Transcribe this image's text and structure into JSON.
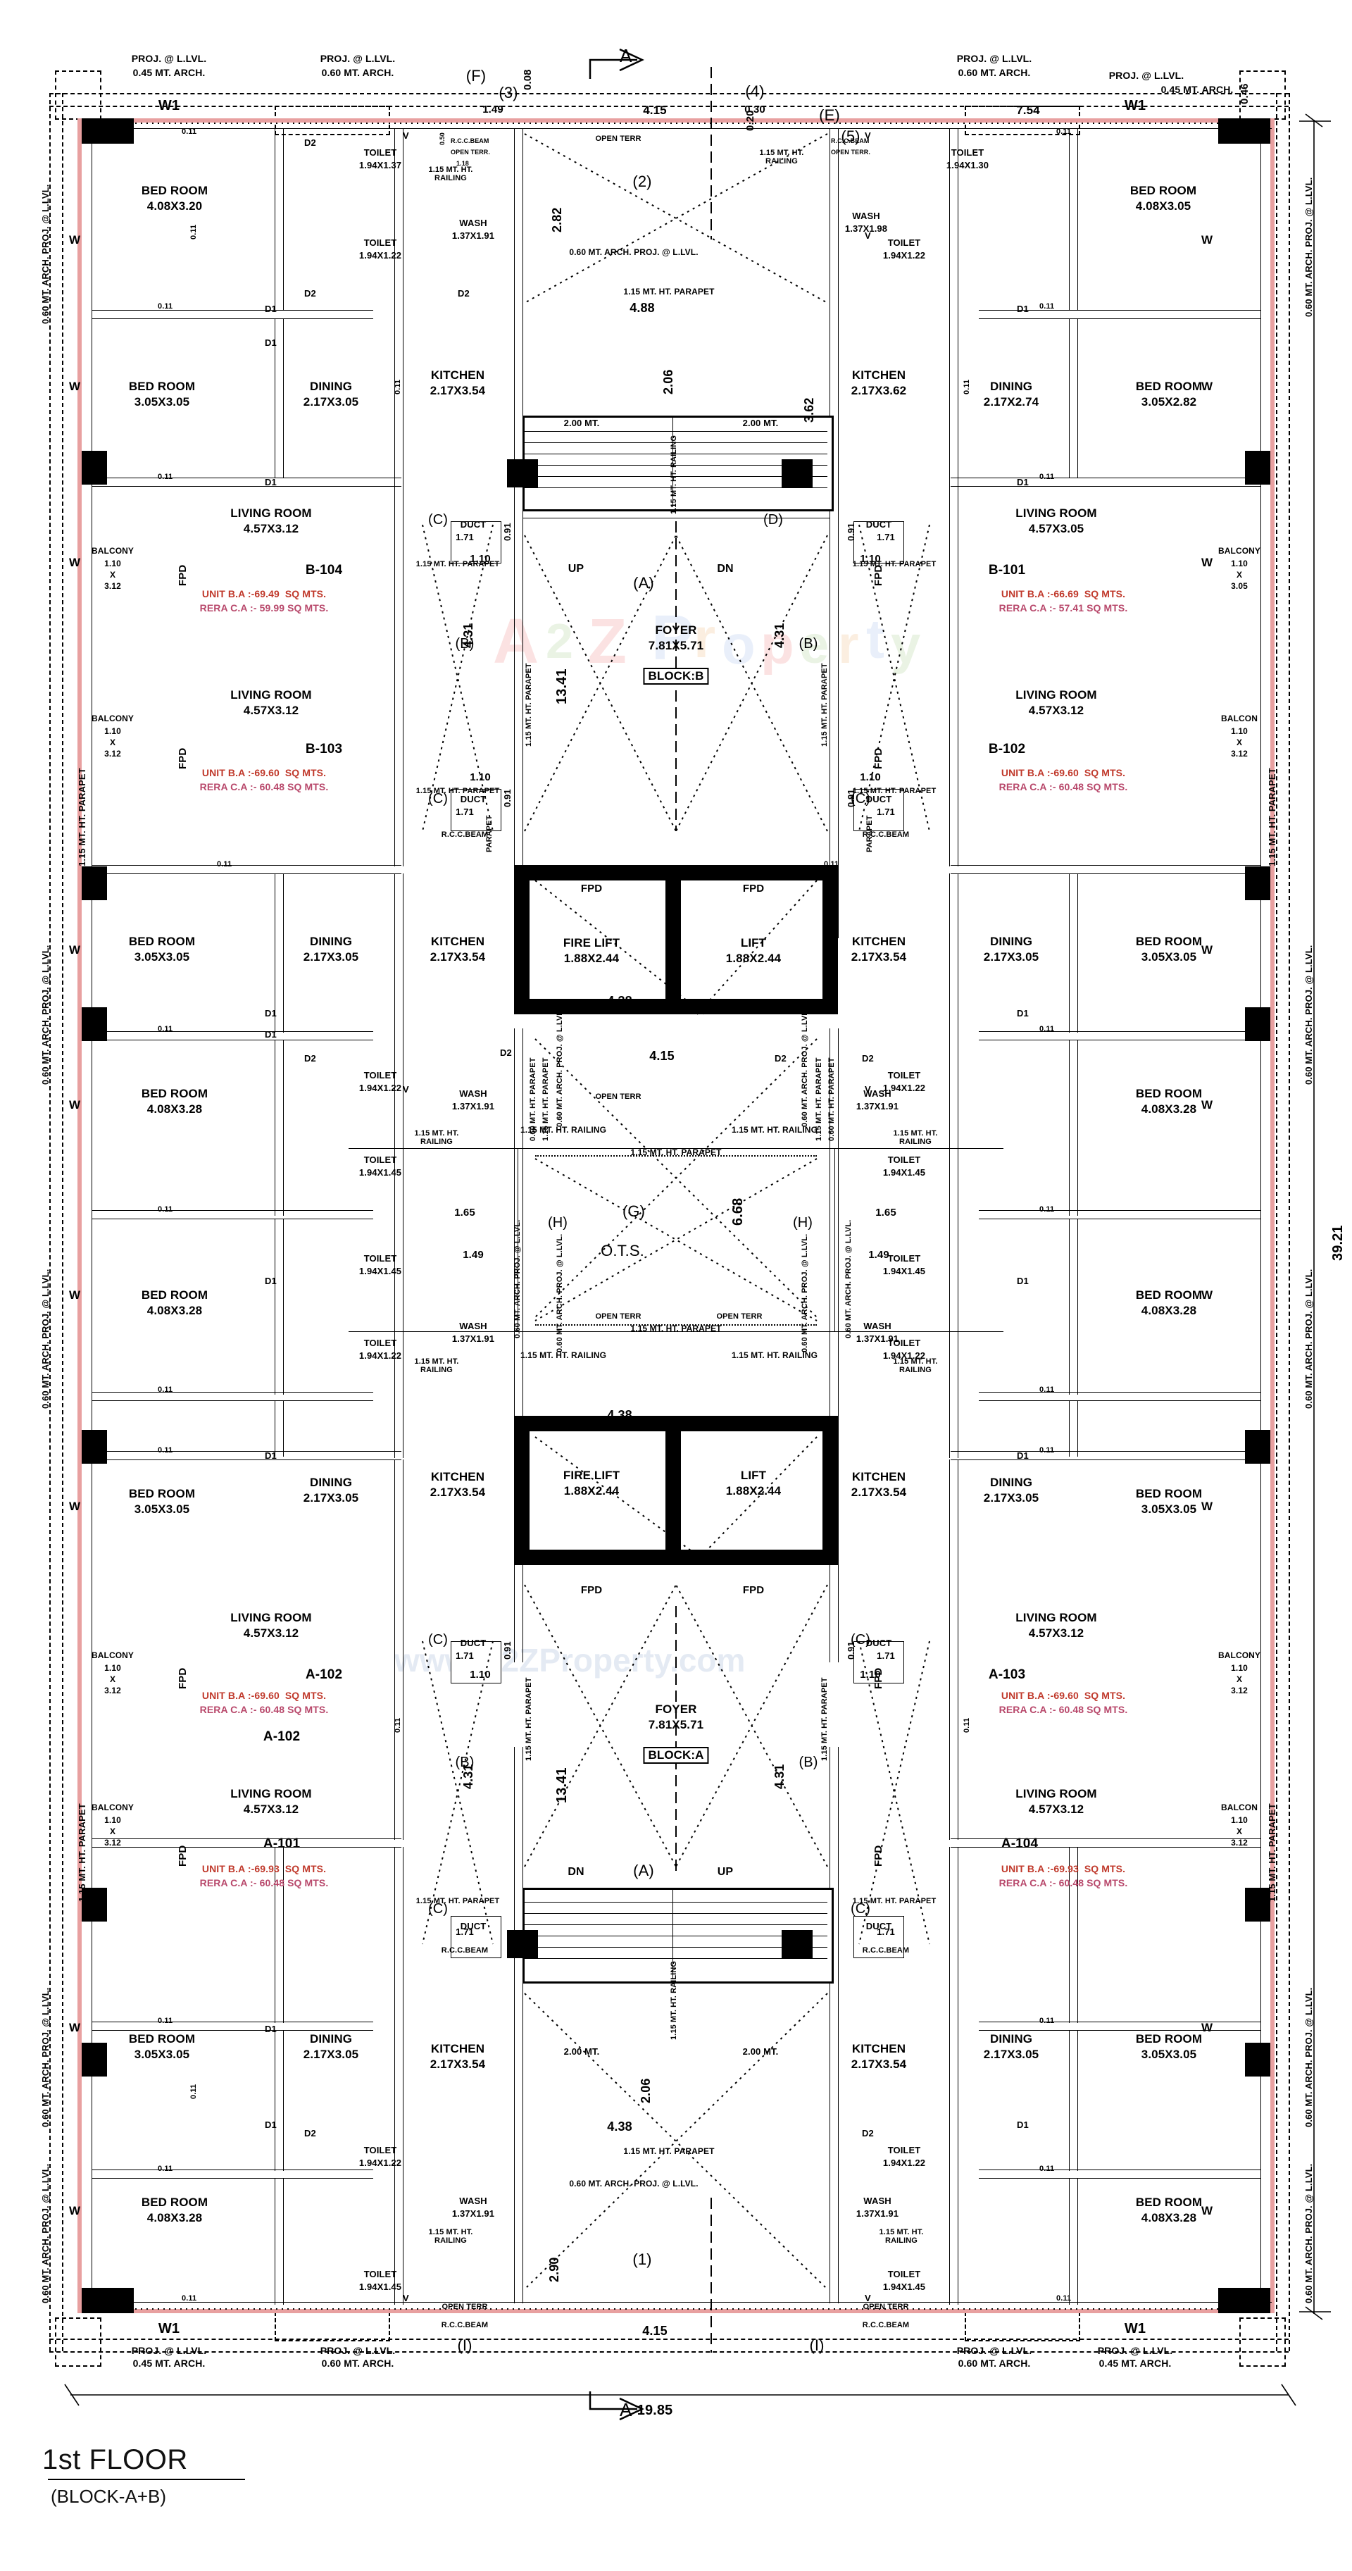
{
  "drawing": {
    "title": "1st FLOOR",
    "subtitle": "(BLOCK-A+B)",
    "north_label": "A",
    "overall_width": "19.85",
    "overall_height": "39.21",
    "watermark": [
      "A",
      "2",
      "Z",
      "P",
      "r",
      "o",
      "p",
      "e",
      "r",
      "t",
      "y"
    ],
    "watermark_text_1": "A2Z",
    "watermark_text_2": "Property",
    "watermark_text_3": "www.A2ZProperty.com"
  },
  "grid_labels": {
    "top": [
      "(F)",
      "(3)",
      "(2)",
      "(4)",
      "(E)",
      "(5)"
    ],
    "mid_left": [
      "(C)",
      "(B)",
      "(C)",
      "(A)"
    ],
    "mid_right": [
      "(D)",
      "(B)",
      "(C)"
    ],
    "center": [
      "(A)",
      "(G)",
      "(H)",
      "(H)",
      "(B)",
      "(B)",
      "(C)",
      "(C)"
    ],
    "bottom": [
      "(I)",
      "(1)",
      "(I)",
      "(A)"
    ]
  },
  "dimensions": {
    "top_left_small": "1.49",
    "top_0_08": "0.08",
    "top_4_15_left": "4.15",
    "top_0_30": "0.30",
    "top_0_20": "0.20",
    "top_7_54": "7.54",
    "top_0_46": "0.46",
    "v_2_82": "2.82",
    "v_2_06_top": "2.06",
    "v_3_62": "3.62",
    "c_4_88": "4.88",
    "c_4_38_upper": "4.38",
    "c_4_15_mid": "4.15",
    "c_4_38_lower": "4.38",
    "c_4_38_bottom": "4.38",
    "v_13_41_top": "13.41",
    "v_13_41_bottom": "13.41",
    "v_4_31_a": "4.31",
    "v_4_31_b": "4.31",
    "v_4_31_c": "4.31",
    "v_4_31_d": "4.31",
    "d_1_10_a": "1.10",
    "d_1_10_b": "1.10",
    "d_1_10_c": "1.10",
    "d_1_10_d": "1.10",
    "d_1_71_a": "1.71",
    "d_1_71_b": "1.71",
    "d_1_71_c": "1.71",
    "d_1_71_d": "1.71",
    "d_0_91_a": "0.91",
    "d_0_91_b": "0.91",
    "d_0_91_c": "0.91",
    "d_0_91_d": "0.91",
    "d_1_65_l": "1.65",
    "d_1_65_r": "1.65",
    "d_1_49_l": "1.49",
    "d_1_49_r": "1.49",
    "ots_6_68": "6.68",
    "v_2_90": "2.90",
    "v_2_06_bot": "2.06",
    "bottom_4_15": "4.15",
    "overall_bottom": "19.85",
    "right_total": "39.21",
    "wall_0_11": "0.11",
    "stair_2_00": "2.00 MT.",
    "stair_1_15": "1.15 MT. HT. RAILING"
  },
  "notes": {
    "proj_045": "PROJ. @ L.LVL.\n0.45 MT. ARCH.",
    "proj_060": "PROJ. @ L.LVL.\n0.60 MT. ARCH.",
    "parapet_115": "1.15 MT. HT. PARAPET",
    "railing_115": "1.15 MT. HT.\nRAILING",
    "railing_115_1l": "1.15 MT. HT. RAILING",
    "parapet_vert": "1.15 MT. HT. PARAPET",
    "arch_proj_060": "0.60 MT. ARCH. PROJ. @ L.LVL.",
    "arch_proj_060_v": "0.60 MT. ARCH. PROJ. @ L.LVL.",
    "parapet_060": "0.60 MT. HT. PARAPET",
    "rcc_beam": "R.C.C.BEAM",
    "open_terr": "OPEN TERR.",
    "open_terr2": "OPEN TERR",
    "ots": "O.T.S.",
    "duct": "DUCT",
    "fpd": "FPD",
    "up": "UP",
    "dn": "DN",
    "w1": "W1",
    "w": "W",
    "v": "V",
    "d1": "D1",
    "d2": "D2",
    "parapet_word": "PARAPET",
    "mt_045": "0.45 MT. ARCH.",
    "mt_060": "0.60 MT. ARCH.",
    "proj_llvl": "PROJ. @ L.LVL.",
    "ts_118": "1.18",
    "ts_050": "0.50"
  },
  "blocks": {
    "b": {
      "name": "BLOCK:B",
      "foyer_label": "FOYER",
      "foyer_dims": "7.81X5.71"
    },
    "a": {
      "name": "BLOCK:A",
      "foyer_label": "FOYER",
      "foyer_dims": "7.81X5.71"
    }
  },
  "lifts": [
    {
      "label": "FIRE LIFT",
      "dims": "1.88X2.44"
    },
    {
      "label": "LIFT",
      "dims": "1.88X2.44"
    },
    {
      "label": "FIRE LIFT",
      "dims": "1.88X2.44"
    },
    {
      "label": "LIFT",
      "dims": "1.88X2.44"
    }
  ],
  "units": [
    {
      "id": "B-104",
      "unit_ba": "UNIT B.A :-69.49  SQ MTS.",
      "rera_ca": "RERA C.A :- 59.99 SQ MTS."
    },
    {
      "id": "B-101",
      "unit_ba": "UNIT B.A :-66.69  SQ MTS.",
      "rera_ca": "RERA C.A :- 57.41 SQ MTS."
    },
    {
      "id": "B-103",
      "unit_ba": "UNIT B.A :-69.60  SQ MTS.",
      "rera_ca": "RERA C.A :- 60.48 SQ MTS."
    },
    {
      "id": "B-102",
      "unit_ba": "UNIT B.A :-69.60  SQ MTS.",
      "rera_ca": "RERA C.A :- 60.48 SQ MTS."
    },
    {
      "id": "A-102",
      "unit_ba": "UNIT B.A :-69.60  SQ MTS.",
      "rera_ca": "RERA C.A :- 60.48 SQ MTS."
    },
    {
      "id": "A-103",
      "unit_ba": "UNIT B.A :-69.60  SQ MTS.",
      "rera_ca": "RERA C.A :- 60.48 SQ MTS."
    },
    {
      "id": "A-101",
      "unit_ba": "UNIT B.A :-69.93  SQ MTS.",
      "rera_ca": "RERA C.A :- 60.48 SQ MTS."
    },
    {
      "id": "A-104",
      "unit_ba": "UNIT B.A :-69.93  SQ MTS.",
      "rera_ca": "RERA C.A :- 60.48 SQ MTS."
    }
  ],
  "unit_plain_labels": {
    "a102": "A-102",
    "a101": "A-101",
    "a104": "A-104"
  },
  "rooms": {
    "bed_tl": {
      "name": "BED ROOM",
      "dims": "4.08X3.20"
    },
    "bed_tr": {
      "name": "BED ROOM",
      "dims": "4.08X3.05"
    },
    "bed_l2": {
      "name": "BED ROOM",
      "dims": "3.05X3.05"
    },
    "bed_r2": {
      "name": "BED ROOM",
      "dims": "3.05X2.82"
    },
    "bed_l3": {
      "name": "BED ROOM",
      "dims": "3.05X3.05"
    },
    "bed_r3": {
      "name": "BED ROOM",
      "dims": "3.05X3.05"
    },
    "bed_l4": {
      "name": "BED ROOM",
      "dims": "4.08X3.28"
    },
    "bed_r4": {
      "name": "BED ROOM",
      "dims": "4.08X3.28"
    },
    "bed_l5": {
      "name": "BED ROOM",
      "dims": "4.08X3.28"
    },
    "bed_r5": {
      "name": "BED ROOM",
      "dims": "4.08X3.28"
    },
    "bed_l6": {
      "name": "BED ROOM",
      "dims": "3.05X3.05"
    },
    "bed_r6": {
      "name": "BED ROOM",
      "dims": "3.05X3.05"
    },
    "bed_l7": {
      "name": "BED ROOM",
      "dims": "3.05X3.05"
    },
    "bed_r7": {
      "name": "BED ROOM",
      "dims": "3.05X3.05"
    },
    "bed_l8": {
      "name": "BED ROOM",
      "dims": "4.08X3.28"
    },
    "bed_r8": {
      "name": "BED ROOM",
      "dims": "4.08X3.28"
    },
    "din_l1": {
      "name": "DINING",
      "dims": "2.17X3.05"
    },
    "din_r1": {
      "name": "DINING",
      "dims": "2.17X2.74"
    },
    "din_l2": {
      "name": "DINING",
      "dims": "2.17X3.05"
    },
    "din_r2": {
      "name": "DINING",
      "dims": "2.17X3.05"
    },
    "din_l3": {
      "name": "DINING",
      "dims": "2.17X3.05"
    },
    "din_r3": {
      "name": "DINING",
      "dims": "2.17X3.05"
    },
    "din_l4": {
      "name": "DINING",
      "dims": "2.17X3.05"
    },
    "din_r4": {
      "name": "DINING",
      "dims": "2.17X3.05"
    },
    "kit_l1": {
      "name": "KITCHEN",
      "dims": "2.17X3.54"
    },
    "kit_r1": {
      "name": "KITCHEN",
      "dims": "2.17X3.62"
    },
    "kit_l2": {
      "name": "KITCHEN",
      "dims": "2.17X3.54"
    },
    "kit_r2": {
      "name": "KITCHEN",
      "dims": "2.17X3.54"
    },
    "kit_l3": {
      "name": "KITCHEN",
      "dims": "2.17X3.54"
    },
    "kit_r3": {
      "name": "KITCHEN",
      "dims": "2.17X3.54"
    },
    "kit_l4": {
      "name": "KITCHEN",
      "dims": "2.17X3.54"
    },
    "kit_r4": {
      "name": "KITCHEN",
      "dims": "2.17X3.54"
    },
    "liv_l1": {
      "name": "LIVING ROOM",
      "dims": "4.57X3.12"
    },
    "liv_r1": {
      "name": "LIVING ROOM",
      "dims": "4.57X3.05"
    },
    "liv_l2": {
      "name": "LIVING ROOM",
      "dims": "4.57X3.12"
    },
    "liv_r2": {
      "name": "LIVING ROOM",
      "dims": "4.57X3.12"
    },
    "liv_l3": {
      "name": "LIVING ROOM",
      "dims": "4.57X3.12"
    },
    "liv_r3": {
      "name": "LIVING ROOM",
      "dims": "4.57X3.12"
    },
    "liv_l4": {
      "name": "LIVING ROOM",
      "dims": "4.57X3.12"
    },
    "liv_r4": {
      "name": "LIVING ROOM",
      "dims": "4.57X3.12"
    }
  },
  "balconies": [
    {
      "name": "BALCONY",
      "w": "1.10",
      "x": "X",
      "h": "3.12"
    },
    {
      "name": "BALCONY",
      "w": "1.10",
      "x": "X",
      "h": "3.05"
    },
    {
      "name": "BALCONY",
      "w": "1.10",
      "x": "X",
      "h": "3.12"
    },
    {
      "name": "BALCON",
      "w": "1.10",
      "x": "X",
      "h": "3.12"
    },
    {
      "name": "BALCONY",
      "w": "1.10",
      "x": "X",
      "h": "3.12"
    },
    {
      "name": "BALCONY",
      "w": "1.10",
      "x": "X",
      "h": "3.12"
    },
    {
      "name": "BALCONY",
      "w": "1.10",
      "x": "X",
      "h": "3.12"
    },
    {
      "name": "BALCON",
      "w": "1.10",
      "x": "X",
      "h": "3.12"
    }
  ],
  "toilets": [
    {
      "name": "TOILET",
      "dims": "1.94X1.37"
    },
    {
      "name": "TOILET",
      "dims": "1.94X1.22"
    },
    {
      "name": "TOILET",
      "dims": "1.94X1.30"
    },
    {
      "name": "TOILET",
      "dims": "1.94X1.22"
    },
    {
      "name": "TOILET",
      "dims": "1.94X1.22"
    },
    {
      "name": "TOILET",
      "dims": "1.94X1.45"
    },
    {
      "name": "TOILET",
      "dims": "1.94X1.45"
    },
    {
      "name": "TOILET",
      "dims": "1.94X1.22"
    },
    {
      "name": "TOILET",
      "dims": "1.94X1.22"
    },
    {
      "name": "TOILET",
      "dims": "1.94X1.45"
    },
    {
      "name": "TOILET",
      "dims": "1.94X1.45"
    },
    {
      "name": "TOILET",
      "dims": "1.94X1.22"
    },
    {
      "name": "TOILET",
      "dims": "1.94X1.22"
    },
    {
      "name": "TOILET",
      "dims": "1.94X1.45"
    },
    {
      "name": "TOILET",
      "dims": "1.94X1.22"
    },
    {
      "name": "TOILET",
      "dims": "1.94X1.45"
    }
  ],
  "washes": [
    {
      "name": "WASH",
      "dims": "1.37X1.91"
    },
    {
      "name": "WASH",
      "dims": "1.37X1.98"
    },
    {
      "name": "WASH",
      "dims": "1.37X1.91"
    },
    {
      "name": "WASH",
      "dims": "1.37X1.91"
    },
    {
      "name": "WASH",
      "dims": "1.37X1.91"
    },
    {
      "name": "WASH",
      "dims": "1.37X1.91"
    },
    {
      "name": "WASH",
      "dims": "1.37X1.91"
    },
    {
      "name": "WASH",
      "dims": "1.37X1.91"
    }
  ],
  "colors": {
    "red_line": "#e8a0a0",
    "red_text": "#c0392b",
    "pink_text": "#b8486b",
    "ink": "#000000",
    "paper": "#ffffff"
  }
}
